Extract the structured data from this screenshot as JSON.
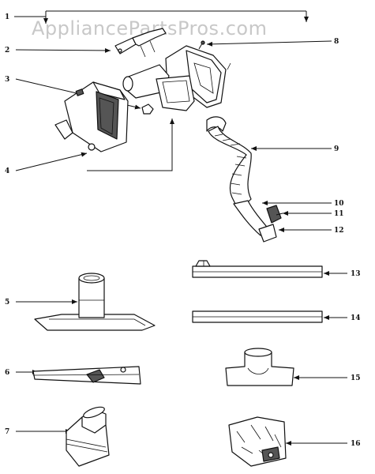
{
  "watermark": "AppliancePartsPros.com",
  "callouts": [
    "1",
    "2",
    "3",
    "4",
    "5",
    "6",
    "7",
    "8",
    "9",
    "10",
    "11",
    "12",
    "13",
    "14",
    "15",
    "16"
  ],
  "colors": {
    "ink": "#111111",
    "watermark": "#c8c8c8",
    "background": "#ffffff"
  }
}
